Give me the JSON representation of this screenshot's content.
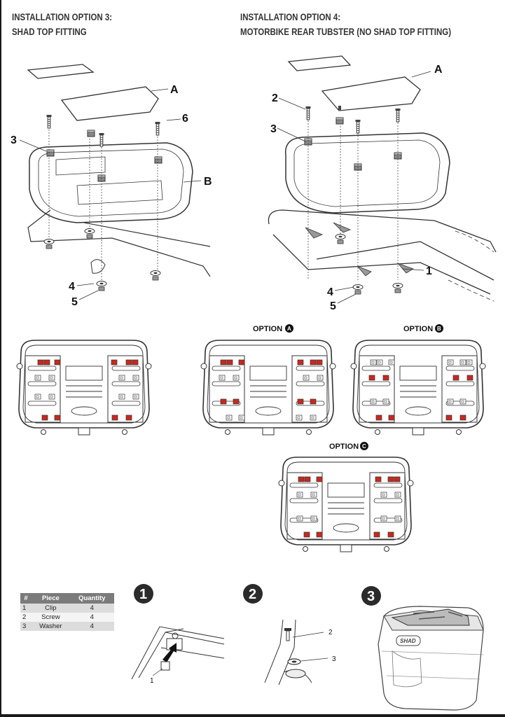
{
  "headings": {
    "option3_line1": "INSTALLATION OPTION 3:",
    "option3_line2": "SHAD TOP FITTING",
    "option4_line1": "INSTALLATION OPTION 4:",
    "option4_line2": "MOTORBIKE REAR TUBSTER (NO SHAD TOP FITTING)"
  },
  "callouts_option3": [
    "A",
    "6",
    "3",
    "B",
    "4",
    "5"
  ],
  "callouts_option4": [
    "A",
    "2",
    "3",
    "1",
    "4",
    "5"
  ],
  "plate_options": {
    "prefix": "OPTION",
    "letters": [
      "A",
      "B",
      "C"
    ]
  },
  "parts_table": {
    "headers": [
      "#",
      "Piece",
      "Quantity"
    ],
    "rows": [
      {
        "num": "1",
        "piece": "Clip",
        "qty": "4"
      },
      {
        "num": "2",
        "piece": "Screw",
        "qty": "4"
      },
      {
        "num": "3",
        "piece": "Washer",
        "qty": "4"
      }
    ]
  },
  "steps": {
    "numbers": [
      "1",
      "2",
      "3"
    ],
    "step1_label": "1",
    "step2_labels": [
      "2",
      "3"
    ],
    "case_logo": "SHAD"
  },
  "colors": {
    "red_slot": "#c8281e",
    "line": "#333333",
    "badge": "#2b2b2b"
  }
}
